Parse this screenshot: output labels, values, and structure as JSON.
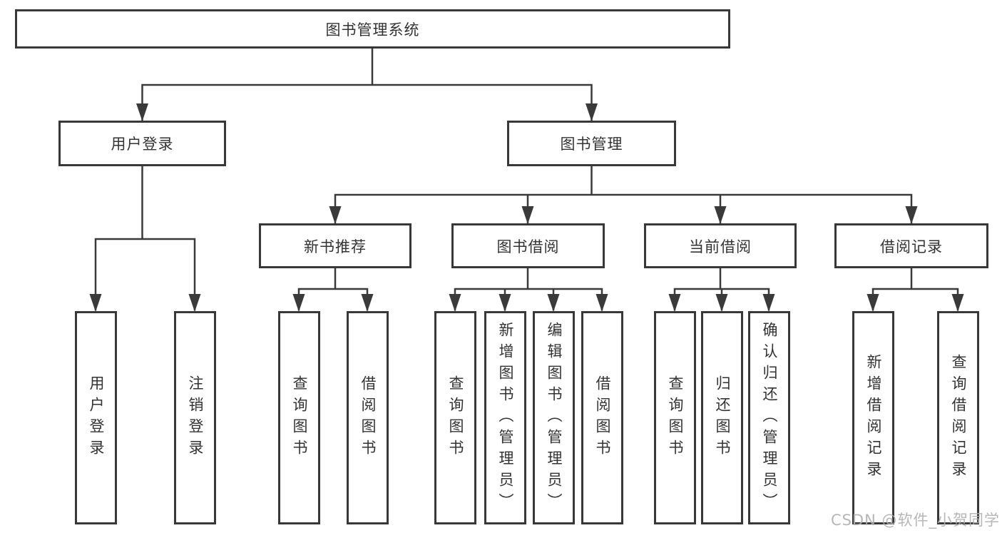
{
  "diagram_type": "hierarchy-tree",
  "tree": {
    "label": "图书管理系统",
    "children": [
      {
        "label": "用户登录",
        "children": [
          {
            "label": "用户登录"
          },
          {
            "label": "注销登录"
          }
        ]
      },
      {
        "label": "图书管理",
        "children": [
          {
            "label": "新书推荐",
            "children": [
              {
                "label": "查询图书"
              },
              {
                "label": "借阅图书"
              }
            ]
          },
          {
            "label": "图书借阅",
            "children": [
              {
                "label": "查询图书"
              },
              {
                "label": "新增图书（管理员）"
              },
              {
                "label": "编辑图书（管理员）"
              },
              {
                "label": "借阅图书"
              }
            ]
          },
          {
            "label": "当前借阅",
            "children": [
              {
                "label": "查询图书"
              },
              {
                "label": "归还图书"
              },
              {
                "label": "确认归还（管理员）"
              }
            ]
          },
          {
            "label": "借阅记录",
            "children": [
              {
                "label": "新增借阅记录"
              },
              {
                "label": "查询借阅记录"
              }
            ]
          }
        ]
      }
    ]
  },
  "watermark": {
    "text": "CSDN @软件_小贺同学"
  },
  "colors": {
    "line": "#3a3a3a",
    "box_border": "#383838",
    "text": "#333333",
    "watermark": "#afafaf",
    "background": "#ffffff"
  }
}
